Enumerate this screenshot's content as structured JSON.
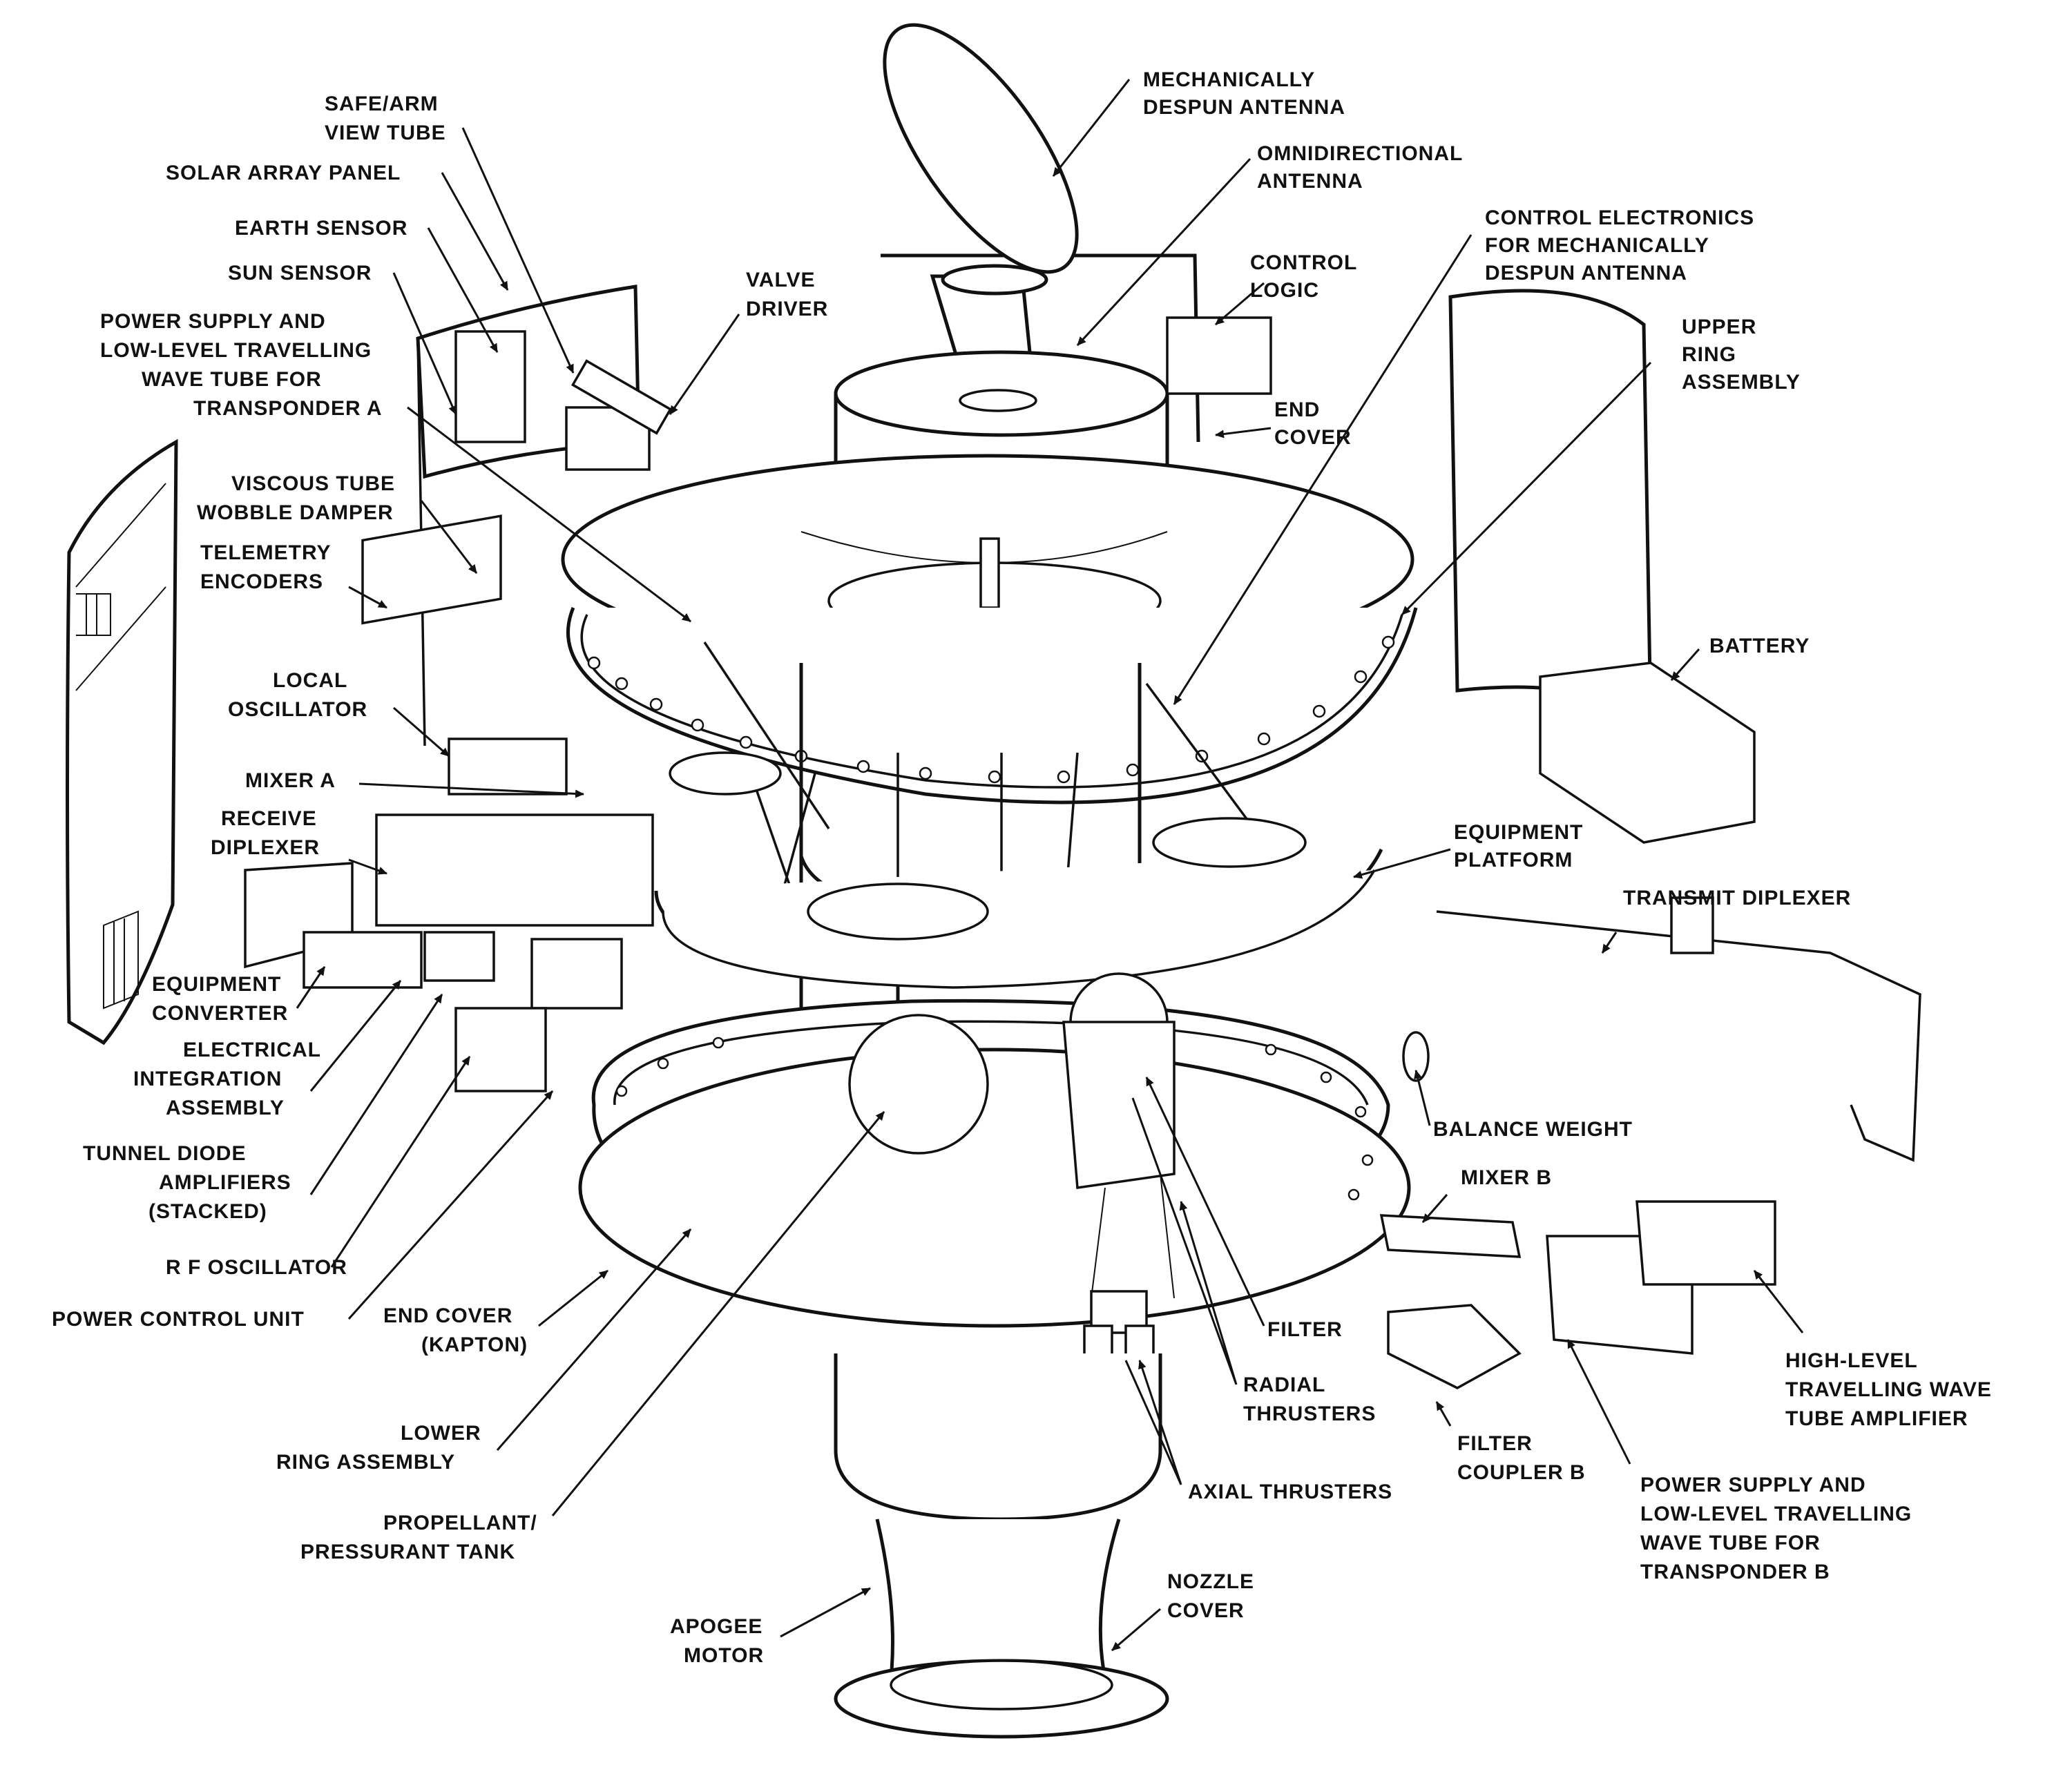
{
  "labels": {
    "mechanically_despun_antenna": [
      "MECHANICALLY",
      "DESPUN ANTENNA"
    ],
    "omnidirectional_antenna": [
      "OMNIDIRECTIONAL",
      "ANTENNA"
    ],
    "control_electronics": [
      "CONTROL ELECTRONICS",
      "FOR MECHANICALLY",
      "DESPUN ANTENNA"
    ],
    "control_logic": [
      "CONTROL",
      "LOGIC"
    ],
    "upper_ring_assembly": [
      "UPPER",
      "RING",
      "ASSEMBLY"
    ],
    "end_cover_top": [
      "END",
      "COVER"
    ],
    "battery": [
      "BATTERY"
    ],
    "equipment_platform": [
      "EQUIPMENT",
      "PLATFORM"
    ],
    "transmit_diplexer": [
      "TRANSMIT DIPLEXER"
    ],
    "balance_weight": [
      "BALANCE WEIGHT"
    ],
    "mixer_b": [
      "MIXER B"
    ],
    "high_level_twta": [
      "HIGH-LEVEL",
      "TRAVELLING WAVE",
      "TUBE AMPLIFIER"
    ],
    "filter": [
      "FILTER"
    ],
    "radial_thrusters": [
      "RADIAL",
      "THRUSTERS"
    ],
    "filter_coupler_b": [
      "FILTER",
      "COUPLER B"
    ],
    "power_supply_b": [
      "POWER SUPPLY AND",
      "LOW-LEVEL TRAVELLING",
      "WAVE TUBE FOR",
      "TRANSPONDER B"
    ],
    "axial_thrusters": [
      "AXIAL THRUSTERS"
    ],
    "nozzle_cover": [
      "NOZZLE",
      "COVER"
    ],
    "apogee_motor": [
      "APOGEE",
      "MOTOR"
    ],
    "propellant_tank": [
      "PROPELLANT/",
      "PRESSURANT TANK"
    ],
    "lower_ring_assembly": [
      "LOWER",
      "RING ASSEMBLY"
    ],
    "end_cover_kapton": [
      "END COVER",
      "(KAPTON)"
    ],
    "power_control_unit": [
      "POWER CONTROL UNIT"
    ],
    "rf_oscillator": [
      "R F  OSCILLATOR"
    ],
    "tunnel_diode": [
      "TUNNEL DIODE",
      "AMPLIFIERS",
      "(STACKED)"
    ],
    "electrical_integration": [
      "ELECTRICAL",
      "INTEGRATION",
      "ASSEMBLY"
    ],
    "equipment_converter": [
      "EQUIPMENT",
      "CONVERTER"
    ],
    "receive_diplexer": [
      "RECEIVE",
      "DIPLEXER"
    ],
    "mixer_a": [
      "MIXER A"
    ],
    "local_oscillator": [
      "LOCAL",
      "OSCILLATOR"
    ],
    "telemetry_encoders": [
      "TELEMETRY",
      "ENCODERS"
    ],
    "viscous_tube": [
      "VISCOUS TUBE",
      "WOBBLE DAMPER"
    ],
    "power_supply_a": [
      "POWER SUPPLY AND",
      "LOW-LEVEL TRAVELLING",
      "WAVE TUBE FOR",
      "TRANSPONDER A"
    ],
    "sun_sensor": [
      "SUN SENSOR"
    ],
    "earth_sensor": [
      "EARTH SENSOR"
    ],
    "solar_array_panel": [
      "SOLAR ARRAY PANEL"
    ],
    "safe_arm": [
      "SAFE/ARM",
      "VIEW TUBE"
    ],
    "valve_driver": [
      "VALVE",
      "DRIVER"
    ]
  }
}
